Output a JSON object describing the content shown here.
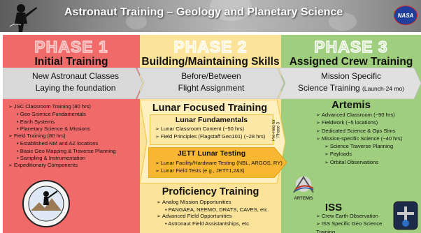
{
  "banner": {
    "title": "Astronaut Training – Geology and Planetary Science",
    "logo_text": "NASA"
  },
  "phases": [
    {
      "label": "PHASE 1",
      "heading": "Initial Training",
      "band": [
        "New Astronaut Classes",
        "Laying the foundation"
      ],
      "color": "#f06a6a"
    },
    {
      "label": "PHASE 2",
      "heading": "Building/Maintaining Skills",
      "band": [
        "Before/Between",
        "Flight Assignment"
      ],
      "color": "#fbe39a"
    },
    {
      "label": "PHASE 3",
      "heading": "Assigned Crew Training",
      "band": [
        "Mission Specific",
        "Science Training",
        "(Launch-24 mo)"
      ],
      "color": "#9fcf7e"
    }
  ],
  "phase1_list": [
    {
      "level": 1,
      "text": "JSC Classroom Training (80 hrs)"
    },
    {
      "level": 2,
      "text": "Geo-Science Fundamentals"
    },
    {
      "level": 2,
      "text": "Earth Systems"
    },
    {
      "level": 2,
      "text": "Planetary Science & Missions"
    },
    {
      "level": 1,
      "text": "Field Training (80 hrs)"
    },
    {
      "level": 2,
      "text": "Established NM and AZ locations"
    },
    {
      "level": 2,
      "text": "Basic Geo Mapping & Traverse Planning"
    },
    {
      "level": 2,
      "text": "Sampling & Instrumentation"
    },
    {
      "level": 1,
      "text": "Expeditionary Components"
    }
  ],
  "phase2": {
    "lunar_title": "Lunar Focused Training",
    "fundamentals_title": "Lunar Fundamentals",
    "fundamentals": [
      "Lunar Classroom Content (~50 hrs)",
      "Field Principles (Flagstaff Geo101) (~28 hrs)"
    ],
    "prereq": "Pre-Req for Phase 3",
    "jett_title": "JETT Lunar Testing",
    "jett": [
      "Lunar Facility/Hardware Testing (NBL, ARGOS, RY)",
      "Lunar Field Tests (e.g., JETT1,2&3)"
    ],
    "proficiency_title": "Proficiency Training",
    "proficiency": [
      {
        "level": 1,
        "text": "Analog Mission Opportunities"
      },
      {
        "level": 2,
        "text": "PANGAEA, NEEMO, DRATS, CAVES, etc."
      },
      {
        "level": 1,
        "text": "Advanced Field Opportunities"
      },
      {
        "level": 2,
        "text": "Astronaut Field Assistantships, etc."
      }
    ]
  },
  "phase3": {
    "artemis_title": "Artemis",
    "artemis": [
      {
        "level": 1,
        "text": "Advanced Classroom (~90 hrs)"
      },
      {
        "level": 1,
        "text": "Fieldwork (~5 locations)"
      },
      {
        "level": 1,
        "text": "Dedicated Science & Ops Sims"
      },
      {
        "level": 1,
        "text": "Mission-specific Science (~40 hrs)"
      },
      {
        "level": 3,
        "text": "Science Traverse Planning"
      },
      {
        "level": 3,
        "text": "Payloads"
      },
      {
        "level": 3,
        "text": "Orbital Observations"
      }
    ],
    "artemis_logo_text": "ARTEMIS",
    "iss_title": "ISS",
    "iss": [
      "Crew Earth Observation",
      "ISS Specific Geo Science Training"
    ]
  },
  "colors": {
    "phase1_bg": "#f06a6a",
    "phase2_bg": "#fbe39a",
    "phase3_bg": "#9fcf7e",
    "band_gray": "#d9d9d9",
    "arrow_orange": "#f7b733"
  }
}
